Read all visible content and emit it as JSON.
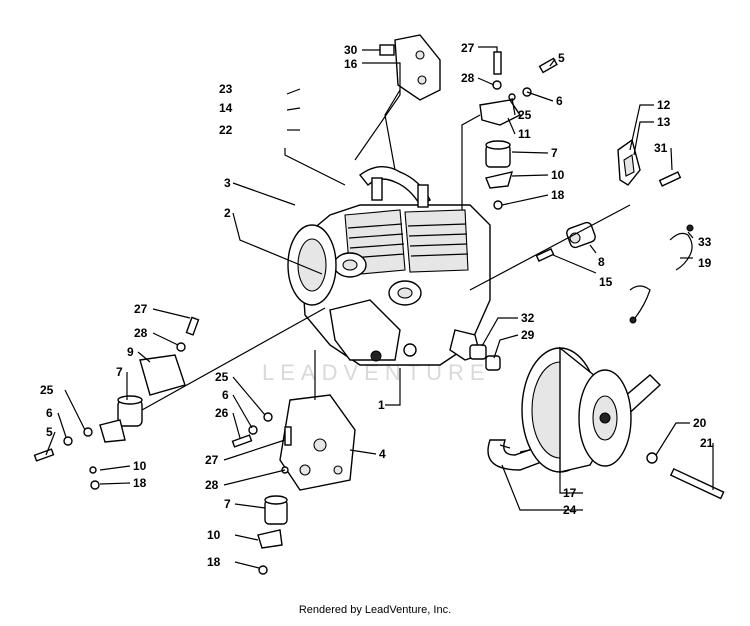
{
  "watermark": "LEADVENTURE",
  "footer": "Rendered by LeadVenture, Inc.",
  "callouts": [
    {
      "id": "c30",
      "text": "30"
    },
    {
      "id": "c16",
      "text": "16"
    },
    {
      "id": "c27a",
      "text": "27"
    },
    {
      "id": "c28a",
      "text": "28"
    },
    {
      "id": "c5a",
      "text": "5"
    },
    {
      "id": "c6a",
      "text": "6"
    },
    {
      "id": "c25a",
      "text": "25"
    },
    {
      "id": "c11",
      "text": "11"
    },
    {
      "id": "c7a",
      "text": "7"
    },
    {
      "id": "c10a",
      "text": "10"
    },
    {
      "id": "c18a",
      "text": "18"
    },
    {
      "id": "c12",
      "text": "12"
    },
    {
      "id": "c13",
      "text": "13"
    },
    {
      "id": "c31",
      "text": "31"
    },
    {
      "id": "c23",
      "text": "23"
    },
    {
      "id": "c14",
      "text": "14"
    },
    {
      "id": "c22",
      "text": "22"
    },
    {
      "id": "c3",
      "text": "3"
    },
    {
      "id": "c2",
      "text": "2"
    },
    {
      "id": "c8",
      "text": "8"
    },
    {
      "id": "c33",
      "text": "33"
    },
    {
      "id": "c19",
      "text": "19"
    },
    {
      "id": "c15",
      "text": "15"
    },
    {
      "id": "c27b",
      "text": "27"
    },
    {
      "id": "c28b",
      "text": "28"
    },
    {
      "id": "c9",
      "text": "9"
    },
    {
      "id": "c7b",
      "text": "7"
    },
    {
      "id": "c25b",
      "text": "25"
    },
    {
      "id": "c6b",
      "text": "6"
    },
    {
      "id": "c5b",
      "text": "5"
    },
    {
      "id": "c10b",
      "text": "10"
    },
    {
      "id": "c18b",
      "text": "18"
    },
    {
      "id": "c32",
      "text": "32"
    },
    {
      "id": "c29",
      "text": "29"
    },
    {
      "id": "c25c",
      "text": "25"
    },
    {
      "id": "c6c",
      "text": "6"
    },
    {
      "id": "c26",
      "text": "26"
    },
    {
      "id": "c1",
      "text": "1"
    },
    {
      "id": "c27c",
      "text": "27"
    },
    {
      "id": "c28c",
      "text": "28"
    },
    {
      "id": "c4",
      "text": "4"
    },
    {
      "id": "c7c",
      "text": "7"
    },
    {
      "id": "c10c",
      "text": "10"
    },
    {
      "id": "c18c",
      "text": "18"
    },
    {
      "id": "c20",
      "text": "20"
    },
    {
      "id": "c21",
      "text": "21"
    },
    {
      "id": "c17",
      "text": "17"
    },
    {
      "id": "c24",
      "text": "24"
    }
  ]
}
